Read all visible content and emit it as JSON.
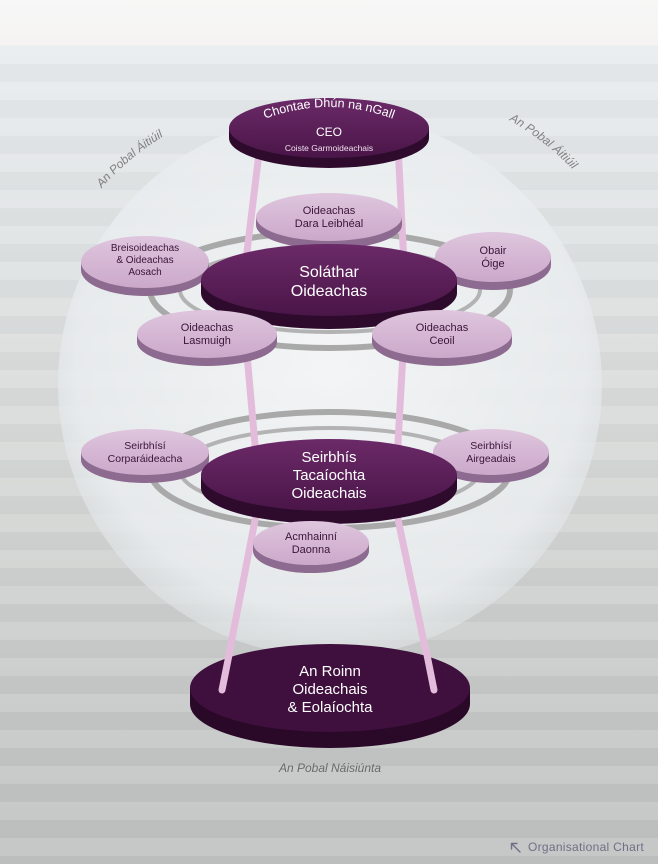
{
  "public_local_left": "An Pobal Áitiúil",
  "public_local_right": "An Pobal Áitiúil",
  "public_national": "An Pobal Náisiúnta",
  "top_disc": {
    "line1": "Chontae Dhún na nGall",
    "line2": "CEO",
    "line3": "Coiste Garmoideachais"
  },
  "provision_disc": {
    "line1": "Soláthar",
    "line2": "Oideachas"
  },
  "support_disc": {
    "line1": "Seirbhís",
    "line2": "Tacaíochta",
    "line3": "Oideachais"
  },
  "department_disc": {
    "line1": "An Roinn",
    "line2": "Oideachais",
    "line3": "& Eolaíochta"
  },
  "satellites": {
    "second_level": [
      "Oideachas",
      "Dara Leibhéal"
    ],
    "further_ed": [
      "Breisoideachas",
      "& Oideachas",
      "Aosach"
    ],
    "youth_work": [
      "Obair",
      "Óige"
    ],
    "outdoor": [
      "Oideachas",
      "Lasmuigh"
    ],
    "music": [
      "Oideachas",
      "Ceoil"
    ],
    "corporate": [
      "Seirbhísí",
      "Corparáideacha"
    ],
    "finance": [
      "Seirbhísí",
      "Airgeadais"
    ],
    "hr": [
      "Acmhainní",
      "Daonna"
    ]
  },
  "footer": {
    "label": "Organisational Chart",
    "icon": "arrow-up-left-icon"
  },
  "colors": {
    "dark_disc": "#4a1548",
    "dark_disc_side": "#2e0b2d",
    "light_disc": "#d4b4d3",
    "light_disc_side": "#8d6a8f",
    "pink_rod": "#e3bcdc",
    "ring": "#a8a8a8",
    "sphere": "#eef1f2"
  }
}
